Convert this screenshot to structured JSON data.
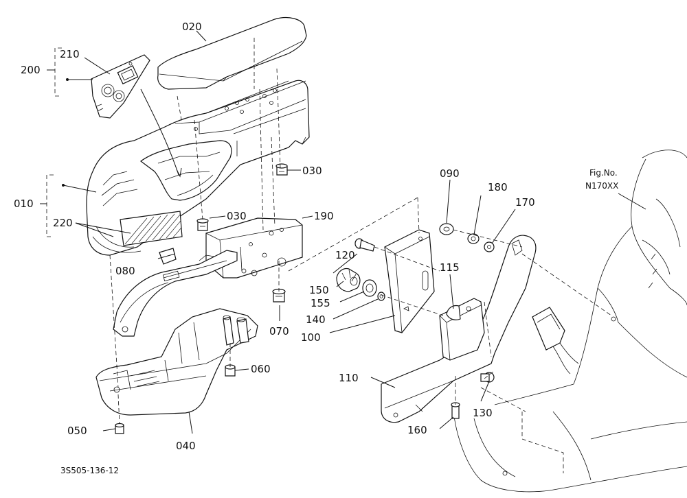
{
  "figure": {
    "fig_no_label": "Fig.No.",
    "fig_no_value": "N170XX",
    "drawing_code": "3S505-136-12"
  },
  "parts": {
    "p010": "010",
    "p020": "020",
    "p030a": "030",
    "p030b": "030",
    "p040": "040",
    "p050": "050",
    "p060": "060",
    "p070": "070",
    "p080": "080",
    "p090": "090",
    "p100": "100",
    "p110": "110",
    "p115": "115",
    "p120": "120",
    "p130": "130",
    "p140": "140",
    "p150": "150",
    "p155": "155",
    "p160": "160",
    "p170": "170",
    "p180": "180",
    "p190": "190",
    "p200": "200",
    "p210": "210",
    "p220": "220"
  }
}
